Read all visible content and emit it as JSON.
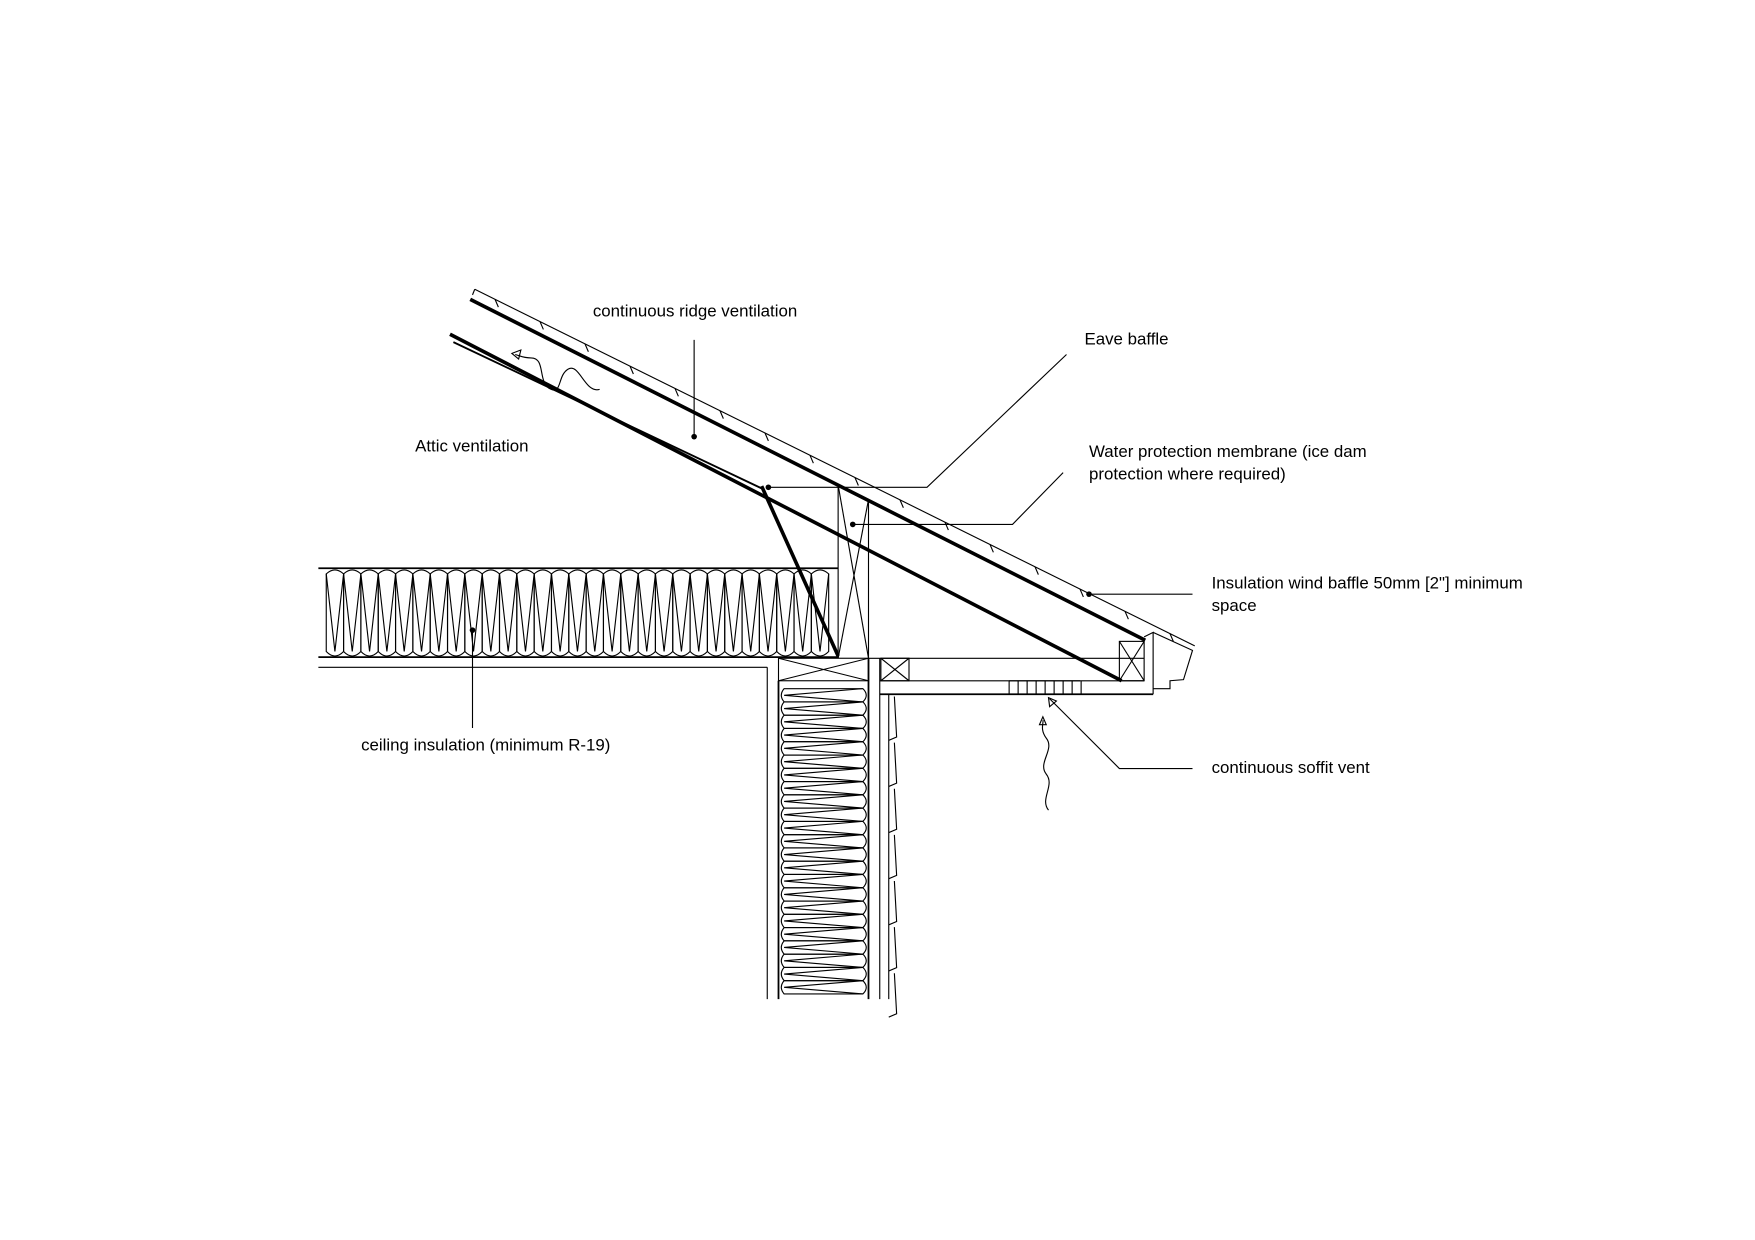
{
  "labels": {
    "ridge_vent": "continuous ridge ventilation",
    "eave_baffle": "Eave baffle",
    "attic_vent": "Attic ventilation",
    "membrane_line1": "Water protection membrane (ice dam",
    "membrane_line2": "protection where required)",
    "wind_baffle_line1": "Insulation wind baffle 50mm [2\"] minimum",
    "wind_baffle_line2": "space",
    "soffit_vent": "continuous soffit vent",
    "ceiling_insulation": "ceiling insulation (minimum R-19)"
  },
  "colors": {
    "line": "#000000",
    "background": "#ffffff"
  }
}
